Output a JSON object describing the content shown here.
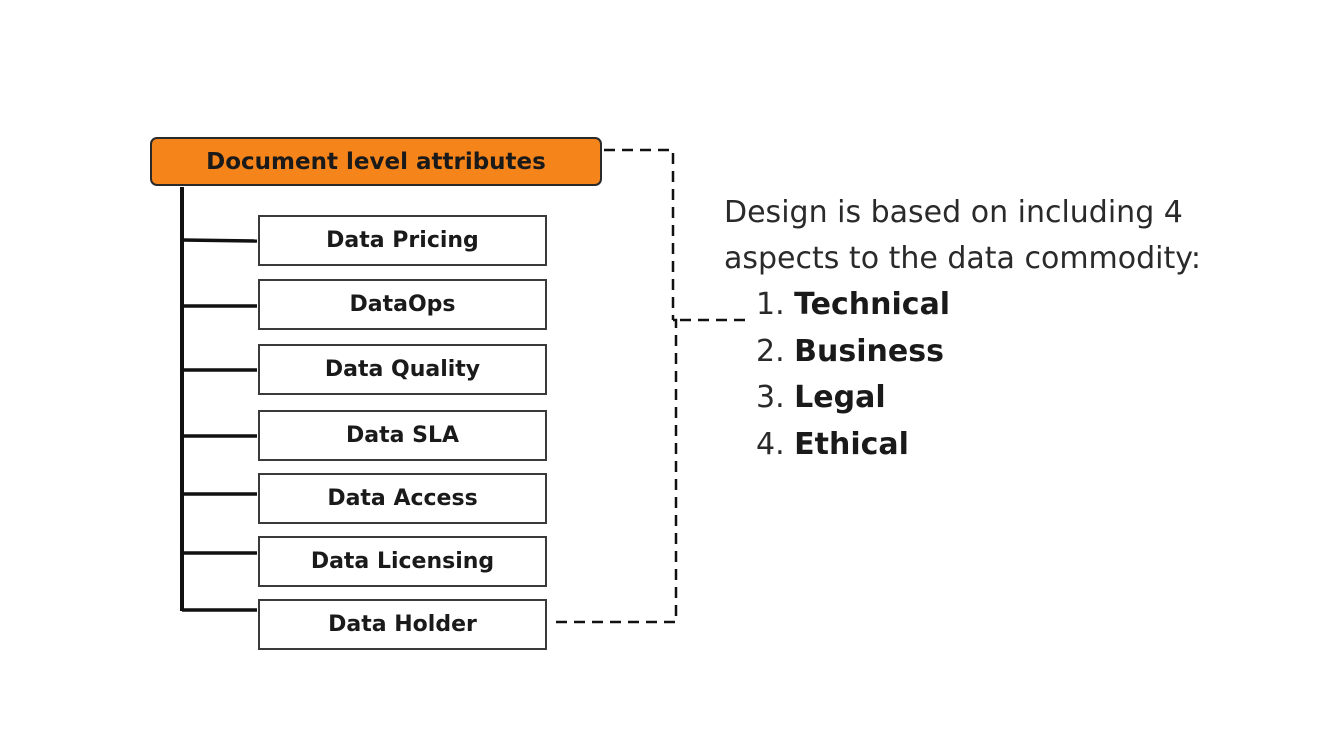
{
  "root": {
    "label": "Document level attributes",
    "color": "#f5841a"
  },
  "children": [
    {
      "label": "Data Pricing"
    },
    {
      "label": "DataOps"
    },
    {
      "label": "Data Quality"
    },
    {
      "label": "Data SLA"
    },
    {
      "label": "Data Access"
    },
    {
      "label": "Data Licensing"
    },
    {
      "label": "Data Holder"
    }
  ],
  "description": {
    "line1": "Design is based on including 4",
    "line2": "aspects to the data commodity:"
  },
  "aspects": [
    {
      "number": "1.",
      "label": "Technical"
    },
    {
      "number": "2.",
      "label": "Business"
    },
    {
      "number": "3.",
      "label": "Legal"
    },
    {
      "number": "4.",
      "label": "Ethical"
    }
  ]
}
